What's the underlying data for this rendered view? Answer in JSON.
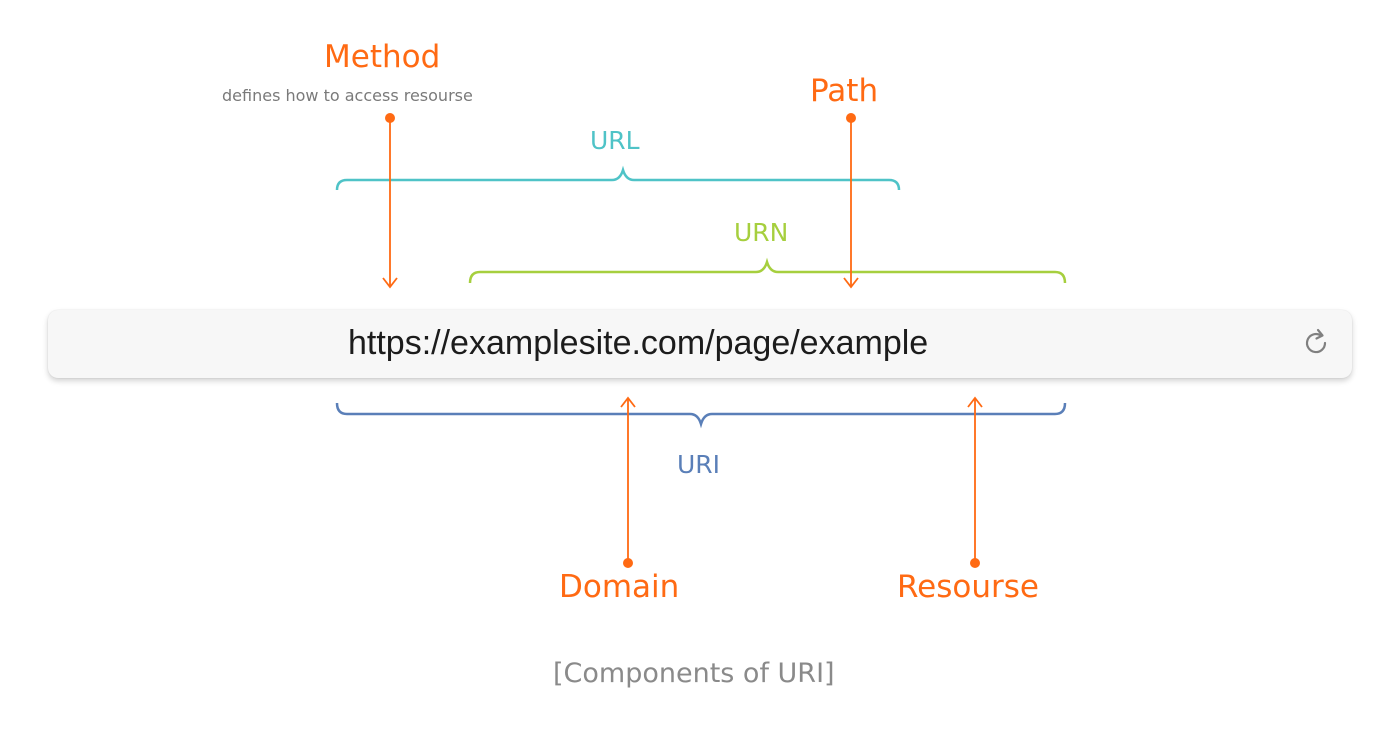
{
  "labels": {
    "method": "Method",
    "method_desc": "defines how to access resourse",
    "path": "Path",
    "url": "URL",
    "urn": "URN",
    "uri": "URI",
    "domain": "Domain",
    "resource": "Resourse"
  },
  "address_bar": {
    "url": "https://examplesite.com/page/example",
    "reload_icon": "reload-icon"
  },
  "caption": "[Components of URI]",
  "colors": {
    "accent": "#ff6a13",
    "url_brace": "#4fc3c7",
    "urn_brace": "#a6cf3e",
    "uri_brace": "#5a7fb8",
    "caption": "#8a8a8a"
  }
}
